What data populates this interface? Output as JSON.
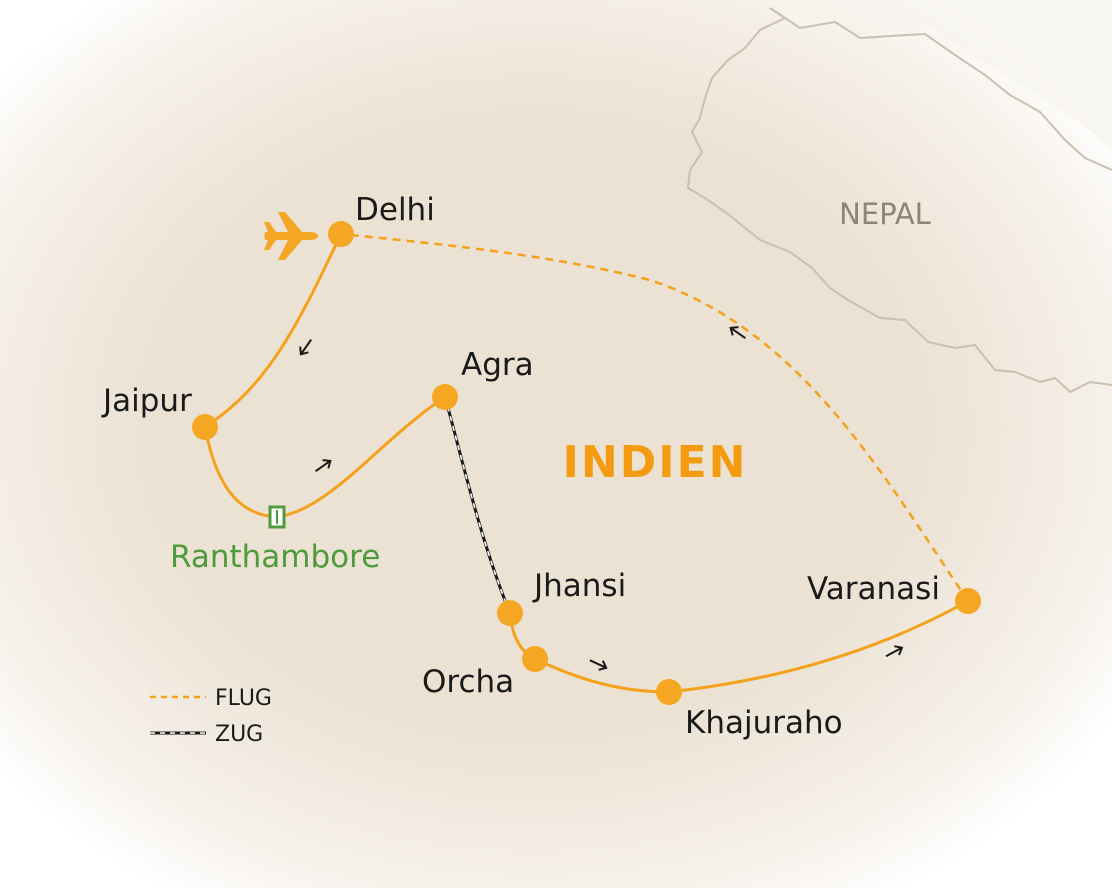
{
  "map": {
    "country_label": "INDIEN",
    "neighbor_label": "NEPAL",
    "colors": {
      "route": "#f4a11c",
      "stop": "#f5a623",
      "park": "#4d9b3b",
      "country_label": "#f39c12",
      "neighbor_label": "#8f8574",
      "border": "#c9c0b0",
      "land": "#ebe2d4"
    },
    "cities": {
      "delhi": "Delhi",
      "jaipur": "Jaipur",
      "agra": "Agra",
      "jhansi": "Jhansi",
      "orcha": "Orcha",
      "khajuraho": "Khajuraho",
      "varanasi": "Varanasi"
    },
    "park": {
      "name": "Ranthambore",
      "icon": "national-park-icon"
    },
    "start_icon": "airplane-icon",
    "direction_icon": "direction-arrow-icon"
  },
  "legend": {
    "flight_label": "FLUG",
    "train_label": "ZUG"
  }
}
